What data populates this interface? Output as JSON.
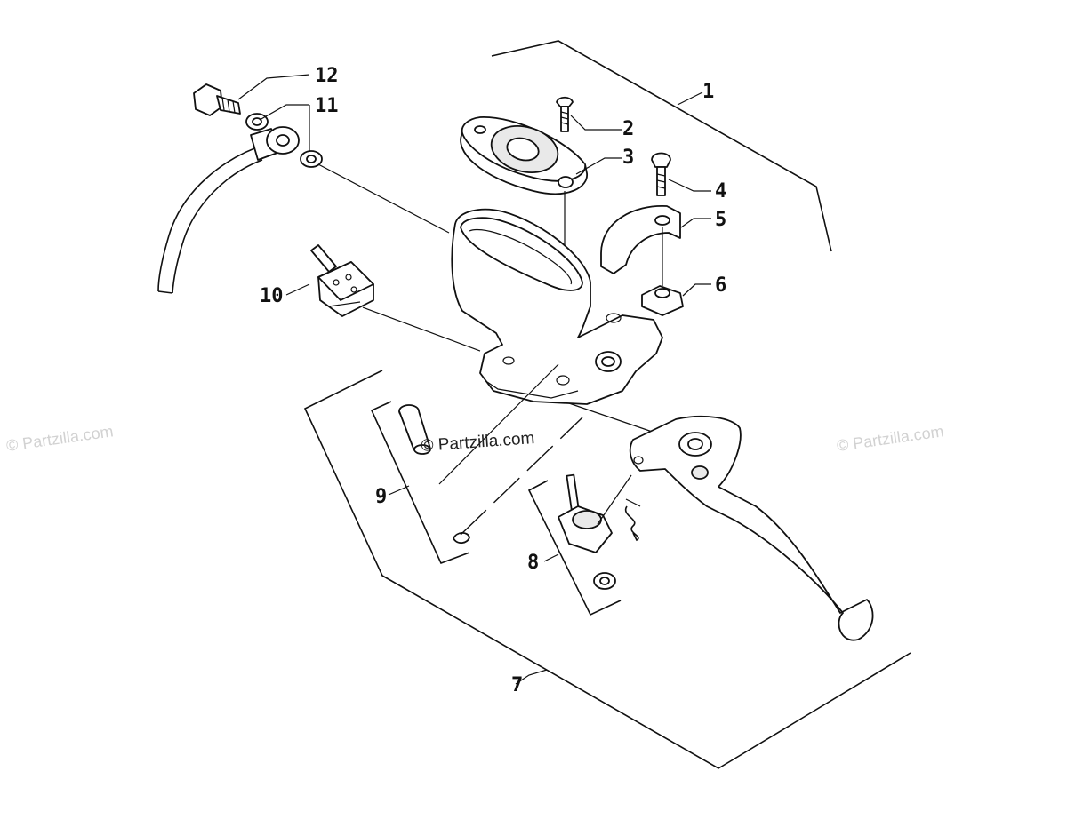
{
  "callouts": {
    "c1": "1",
    "c2": "2",
    "c3": "3",
    "c4": "4",
    "c5": "5",
    "c6": "6",
    "c7": "7",
    "c8": "8",
    "c9": "9",
    "c10": "10",
    "c11": "11",
    "c12": "12"
  },
  "watermarks": {
    "center": "© Partzilla.com",
    "left": "© Partzilla.com",
    "right": "© Partzilla.com"
  },
  "colors": {
    "line": "#111111",
    "part_fill": "#ffffff",
    "watermark_faint": "#d2d2d2"
  }
}
